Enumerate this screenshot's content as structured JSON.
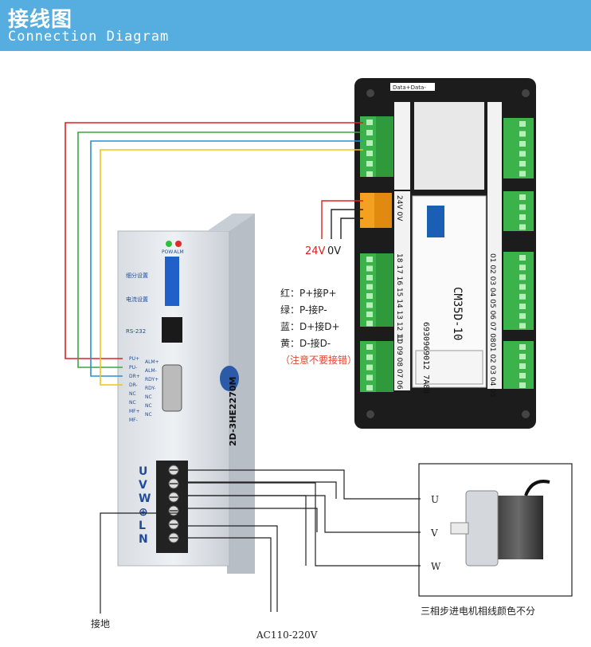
{
  "header": {
    "title_zh": "接线图",
    "title_en": "Connection Diagram"
  },
  "controller": {
    "top_tag": "Data+Data-",
    "model": "CM35D-10",
    "serial": "6930969012 7A80",
    "pin_numbers": "18 17 16 15 14 13 12 11",
    "pin_numbers_2": "10 09 08 07 06",
    "power_pins": "24V 0V",
    "right_pins": "01 02 03 04 05 06 07 08",
    "right_pins_2": "01 02 03 04 05"
  },
  "power_labels": {
    "v24": "24V",
    "v0": "0V"
  },
  "legend": {
    "line1": "红：P+接P+",
    "line2": "绿：P-接P-",
    "line3": "蓝：D+接D+",
    "line4": "黄：D-接D-",
    "warning": "（注意不要接错）"
  },
  "driver": {
    "pow": "POW",
    "alm": "ALM",
    "rs232": "RS-232",
    "model": "2D-3HE2270M",
    "dip_label1": "细分设置",
    "dip_label2": "电流设置",
    "terminals": [
      "U",
      "V",
      "W",
      "⊕",
      "L",
      "N"
    ],
    "left_signals": [
      "PU+",
      "PU-",
      "DR+",
      "DR-",
      "NC",
      "NC",
      "MF+",
      "MF-"
    ],
    "mid_signals": [
      "ALM+",
      "ALM-",
      "RDY+",
      "RDY-",
      "NC",
      "NC",
      "NC"
    ]
  },
  "motor": {
    "phases": [
      "U",
      "V",
      "W"
    ],
    "caption": "三相步进电机相线颜色不分"
  },
  "bottom": {
    "ground": "接地",
    "ac": "AC110-220V"
  },
  "colors": {
    "header": "#56aee0",
    "red": "#e02020",
    "green": "#3aa640",
    "blue": "#2b8fd8",
    "yellow": "#f0c419",
    "terminal_green": "#3cb24a"
  }
}
